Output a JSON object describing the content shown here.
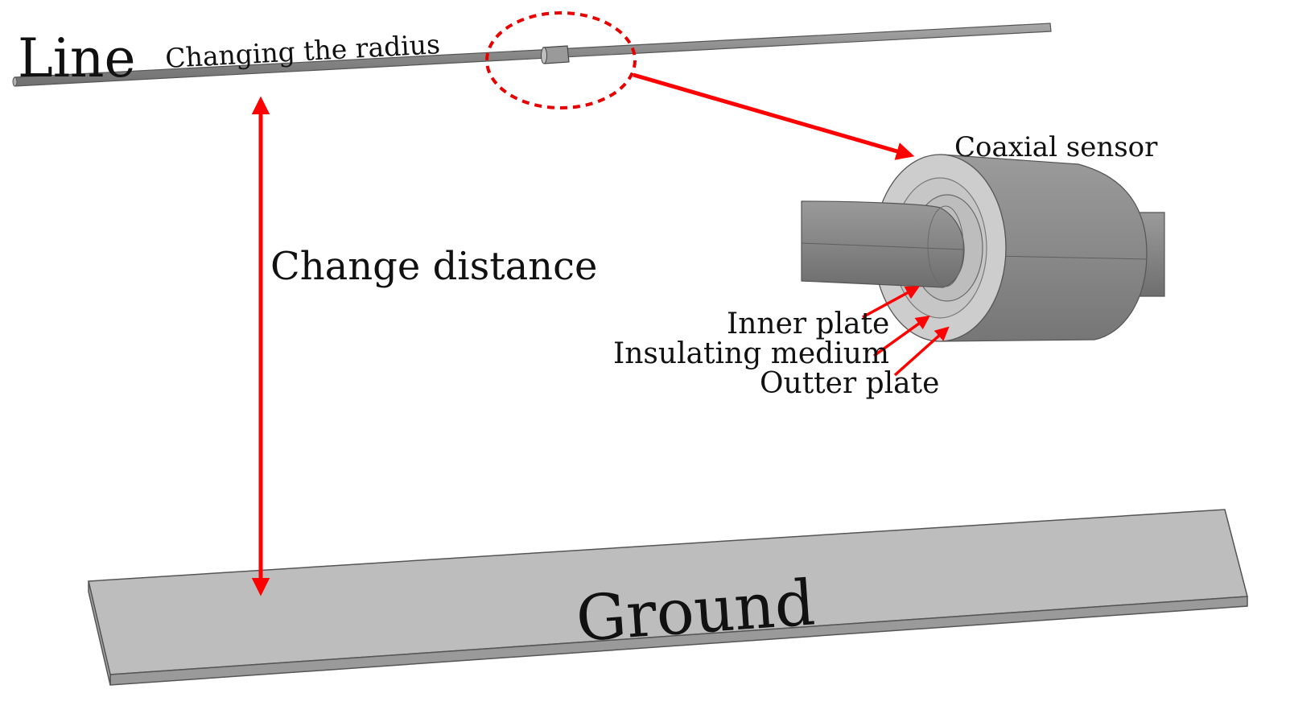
{
  "labels": {
    "line": "Line",
    "changing_radius": "Changing the radius",
    "change_distance": "Change distance",
    "ground": "Ground",
    "coaxial_sensor": "Coaxial sensor",
    "inner_plate": "Inner plate",
    "insulating_medium": "Insulating medium",
    "outer_plate": "Outter plate"
  },
  "colors": {
    "arrow": "#ff0000",
    "callout_circle": "#e60000",
    "conductor": "#8e8e8e",
    "sensor_body": "#8c8c8c",
    "sensor_face": "#c9c9c9",
    "ground_top": "#bdbdbd",
    "ground_edge": "#9a9a9a",
    "text": "#111111"
  }
}
